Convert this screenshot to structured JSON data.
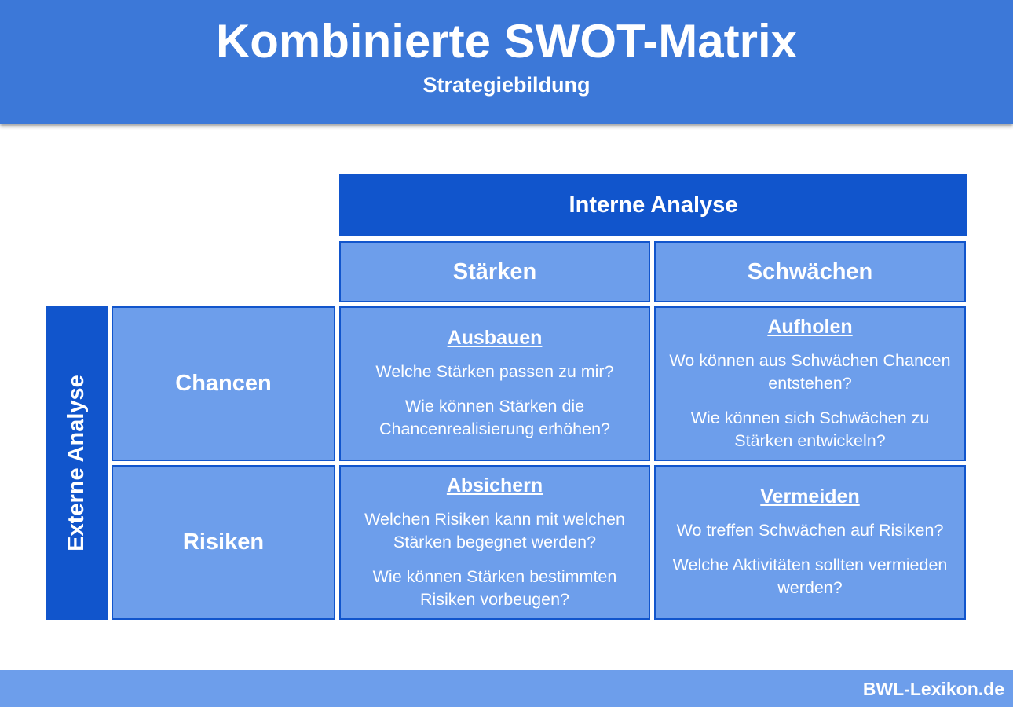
{
  "header": {
    "title": "Kombinierte SWOT-Matrix",
    "subtitle": "Strategiebildung"
  },
  "matrix": {
    "interne_analyse": "Interne Analyse",
    "externe_analyse": "Externe Analyse",
    "columns": [
      "Stärken",
      "Schwächen"
    ],
    "rows": [
      "Chancen",
      "Risiken"
    ],
    "cells": [
      {
        "title": "Ausbauen",
        "lines": [
          "Welche Stärken passen zu mir?",
          "Wie können Stärken die Chancenrealisierung erhöhen?"
        ]
      },
      {
        "title": "Aufholen",
        "lines": [
          "Wo können aus Schwächen Chancen entstehen?",
          "Wie können sich Schwächen zu Stärken entwickeln?"
        ]
      },
      {
        "title": "Absichern",
        "lines": [
          "Welchen Risiken kann mit welchen Stärken begegnet werden?",
          "Wie können Stärken bestimmten Risiken vorbeugen?"
        ]
      },
      {
        "title": "Vermeiden",
        "lines": [
          "Wo treffen Schwächen auf Risiken?",
          "Welche Aktivitäten sollten vermieden werden?"
        ]
      }
    ]
  },
  "footer": {
    "brand": "BWL-Lexikon.de"
  },
  "colors": {
    "header_bg": "#3c78d8",
    "dark_blue": "#1155cc",
    "light_blue": "#6d9eeb",
    "text": "#ffffff"
  }
}
